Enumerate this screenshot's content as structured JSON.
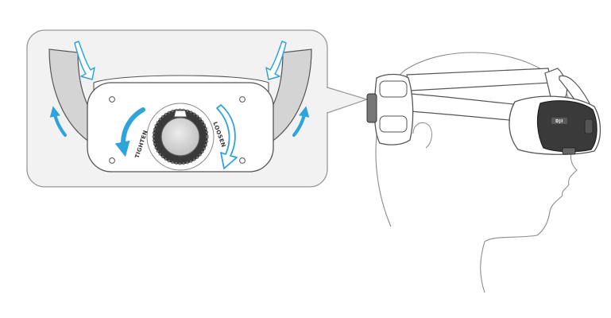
{
  "dial": {
    "left_label": "TIGHTEN",
    "right_label": "LOOSEN"
  },
  "headset": {
    "brand_label": "DJI"
  },
  "colors": {
    "arrow_solid": "#2ea3dc",
    "arrow_outline": "#2ea3dc",
    "line_art": "#555555",
    "strap_fill": "#d4d4d4",
    "panel_fill": "#f2f2f2",
    "panel_border": "#9a9a9a"
  },
  "icons": {
    "rotate_solid": "curved-arrow-solid-icon",
    "rotate_outline": "curved-arrow-outline-icon"
  }
}
